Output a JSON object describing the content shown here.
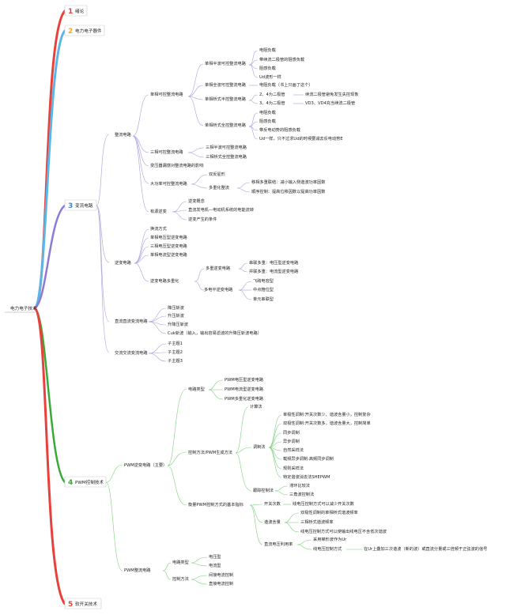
{
  "root": "电力电子技术",
  "branches": [
    {
      "num": "1",
      "label": "绪论",
      "color": "#e8413c"
    },
    {
      "num": "2",
      "label": "电力电子器件",
      "color": "#f5a623"
    },
    {
      "num": "3",
      "label": "变流电路",
      "color": "#3d87d6"
    },
    {
      "num": "4",
      "label": "PWM控制技术",
      "color": "#3aa83a"
    },
    {
      "num": "5",
      "label": "软开关技术",
      "color": "#e8413c"
    }
  ],
  "nodes": {
    "zl": "整流电路",
    "dx_kz": "单相可控整流电路",
    "dx_bb": "单相半波可控整流电路",
    "bb_1": "电阻负载",
    "bb_2": "带续流二极管的阻感负载",
    "bb_3": "阻感负载",
    "bb_4": "Ud波形一样",
    "dx_qb": "单相全波可控整流电路",
    "qb_1": "电阻负载（书上只画了这个）",
    "dx_bk": "单相桥式半控整流电路",
    "bk_1": "2、4为二极管",
    "bk_1a": "续流二极管避免发生失控现象",
    "bk_2": "3、4为二极管",
    "bk_2a": "VD3、VD4充当续流二极管",
    "dx_qk": "单相桥式全控整流电路",
    "qk_1": "电阻负载",
    "qk_2": "阻感负载",
    "qk_3": "带反电动势的阻感负载",
    "qk_4": "Ud一样，只不过求Ud的时候要减去反电动势E",
    "sx_kz": "三相可控整流电路",
    "sx_1": "三相半波可控整流电路",
    "sx_2": "三相桥式全控整流电路",
    "byq": "变压器漏感对整流电路的影响",
    "dgl": "大功率可控整流电路",
    "dgl_1": "双反星形",
    "dgl_2": "多重化整流",
    "dgl_2a": "移相多重联结：减小输入侧谐波功率因数",
    "dgl_2b": "顺序控制：提高位移因数以提高功率因数",
    "yyn": "有源逆变",
    "yyn_1": "逆变概念",
    "yyn_2": "直流发电机—电动机系统的电能流转",
    "yyn_3": "逆变产生的条件",
    "nb": "逆变电路",
    "nb_1": "换流方式",
    "nb_2": "单相电压型逆变电路",
    "nb_3": "三相电压型逆变电路",
    "nb_4": "单相电流型逆变电路",
    "dch": "逆变电路多重化",
    "dch_1": "多重逆变电路",
    "dch_1a": "串联多重：电压型逆变电路",
    "dch_1b": "并联多重：电流型逆变电路",
    "dch_2": "多电平逆变电路",
    "dch_2a": "飞跨电容型",
    "dch_2b": "中点箝位型",
    "dch_2c": "单元串联型",
    "zz": "直流直流变流电路",
    "zz_1": "降压斩波",
    "zz_2": "升压斩波",
    "zz_3": "升降压斩波",
    "zz_4": "Cuk斩波（输入，输出容易滤波的升降压斩波电路）",
    "jj": "交流交流变流电路",
    "jj_1": "子主题1",
    "jj_2": "子主题2",
    "jj_3": "子主题3",
    "pwm_nb": "PWM逆变电路（主要）",
    "dllx": "电路类型",
    "dllx_1": "PWM电压型逆变电路",
    "dllx_2": "PWM电流型逆变电路",
    "dllx_3": "PWM多重化逆变电路",
    "kzff": "控制方法/PWM生成方法",
    "jsf": "计算法",
    "tzf": "调制法",
    "tz_1": "单极性调制:开关次数少、谐波含量小，控制复杂",
    "tz_2": "双极性调制:开关次数多，谐波含量大，控制简单",
    "tz_3": "同步调制",
    "tz_4": "异步调制",
    "tz_5": "自然采样法",
    "tz_6": "载频异步调制:高频同步调制",
    "tz_7": "规则采样法",
    "tz_8": "特定谐波消去法SHEPWM",
    "gzkz": "跟踪控制法",
    "gz_1": "滞环比较法",
    "gz_2": "三角波控制法",
    "hl": "衡量PWM控制方式的基本指标",
    "hl_1": "开关次数",
    "hl_1a": "线电压控制方式可以减少开关次数",
    "hl_2": "谐波含量",
    "hl_2a": "双极性调制的单相桥式谐波频率",
    "hl_2b": "三相桥式谐波频率",
    "hl_2c": "线电压控制方式可以使输出线电压不含低次谐波",
    "hl_3": "直流电压利用率",
    "hl_3a": "采用梯形波作为Ur",
    "hl_3b": "线电压控制方式",
    "hl_3c": "在Ur上叠加三次谐波（新的波）或直流分量或三倍频于正弦波的信号",
    "pwm_zl": "PWM整流电路",
    "zl_lx": "电路类型",
    "zl_lx1": "电压型",
    "zl_lx2": "电流型",
    "zl_kz": "控制方法",
    "zl_kz1": "间接电流控制",
    "zl_kz2": "直接电流控制"
  }
}
